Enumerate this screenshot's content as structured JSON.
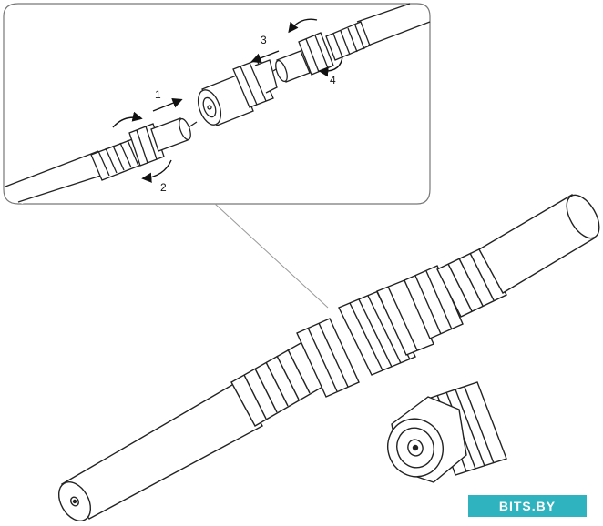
{
  "steps": {
    "step1": "1",
    "step2": "2",
    "step3": "3",
    "step4": "4"
  },
  "watermark": "BITS.BY",
  "colors": {
    "line": "#222222",
    "watermark_bg": "#2fb3bf",
    "watermark_text": "#ffffff"
  }
}
